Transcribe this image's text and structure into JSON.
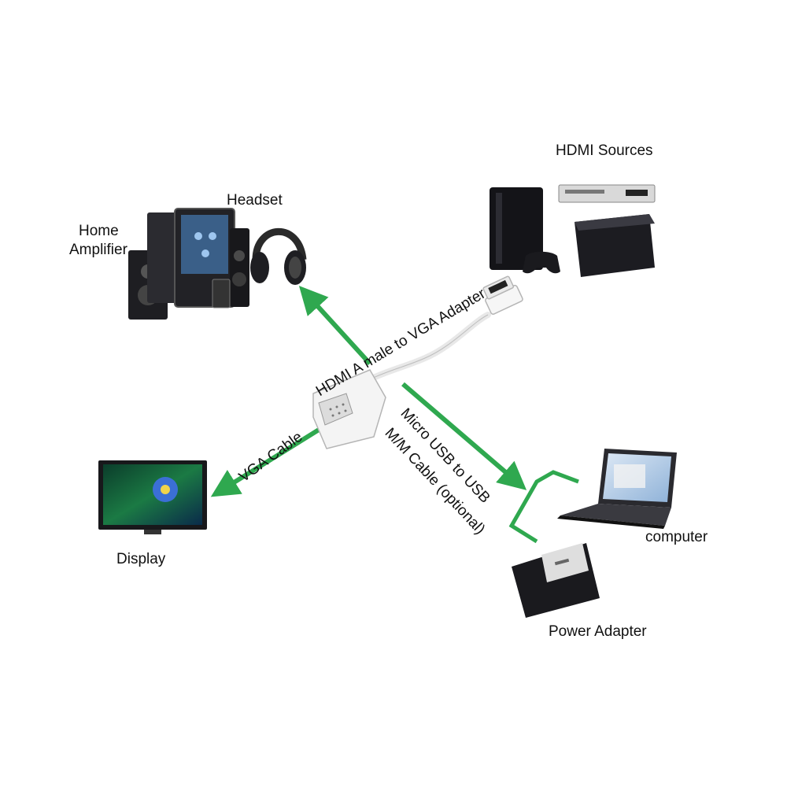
{
  "labels": {
    "hdmi_sources": "HDMI Sources",
    "headset": "Headset",
    "home_amplifier_line1": "Home",
    "home_amplifier_line2": "Amplifier",
    "display": "Display",
    "computer": "computer",
    "power_adapter": "Power Adapter"
  },
  "connections": {
    "hdmi_adapter": "HDMI A male to VGA Adapter",
    "vga_cable": "VGA Cable",
    "usb_line1": "Micro USB to USB",
    "usb_line2": "M/M Cable (optional)"
  },
  "colors": {
    "arrow_green": "#2fa84f",
    "device_dark": "#1e1e22",
    "adapter_white": "#f4f4f4"
  },
  "icons": [
    "speaker-system-icon",
    "headphones-icon",
    "game-console-icon",
    "dvd-player-icon",
    "tv-display-icon",
    "laptop-icon",
    "battery-charger-icon",
    "hdmi-vga-adapter-icon"
  ]
}
